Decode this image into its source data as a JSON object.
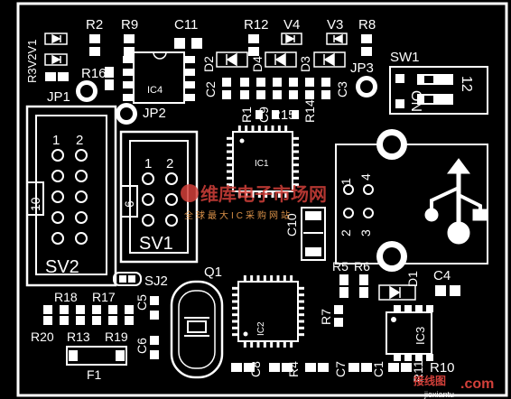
{
  "colors": {
    "board": "#000000",
    "silkscreen": "#ffffff",
    "pad": "#000000",
    "watermark_red": "#d2403a",
    "watermark_orange": "#f0a050"
  },
  "labels": {
    "r2": "R2",
    "r9": "R9",
    "c11": "C11",
    "r12": "R12",
    "v4": "V4",
    "v3": "V3",
    "r8": "R8",
    "r3v2v1": "R3V2V1",
    "r16": "R16",
    "ic4": "IC4",
    "d2": "D2",
    "d4": "D4",
    "d3": "D3",
    "jp3": "JP3",
    "sw1": "SW1",
    "jp1": "JP1",
    "jp2": "JP2",
    "c2": "C2",
    "c3": "C3",
    "r1": "R1",
    "c9": "C9",
    "r15": "R15",
    "r14": "R14",
    "ic1": "IC1",
    "c10": "C10",
    "sv2": "SV2",
    "sv1": "SV1",
    "r5": "R5",
    "r6": "R6",
    "d1": "D1",
    "c4": "C4",
    "sj2": "SJ2",
    "q1": "Q1",
    "r18": "R18",
    "r17": "R17",
    "c5": "C5",
    "r7": "R7",
    "ic2": "IC2",
    "ic3": "IC3",
    "r20": "R20",
    "r13": "R13",
    "r19": "R19",
    "c6": "C6",
    "f1": "F1",
    "c8": "C8",
    "r4": "R4",
    "c7": "C7",
    "c1": "C1",
    "r11": "R11",
    "r10": "R10",
    "pin1": "1",
    "pin2": "2",
    "pin3": "3",
    "pin4": "4",
    "pin6": "6",
    "pin10": "10"
  },
  "switch_text": {
    "on": "ON",
    "digits": "12"
  },
  "watermark": {
    "main": "维库电子市场网",
    "sub": "全球最大IC采购网站",
    "bottom_brand": "接线图",
    "bottom_domain": ".com",
    "bottom_url": "jiexiantu"
  }
}
